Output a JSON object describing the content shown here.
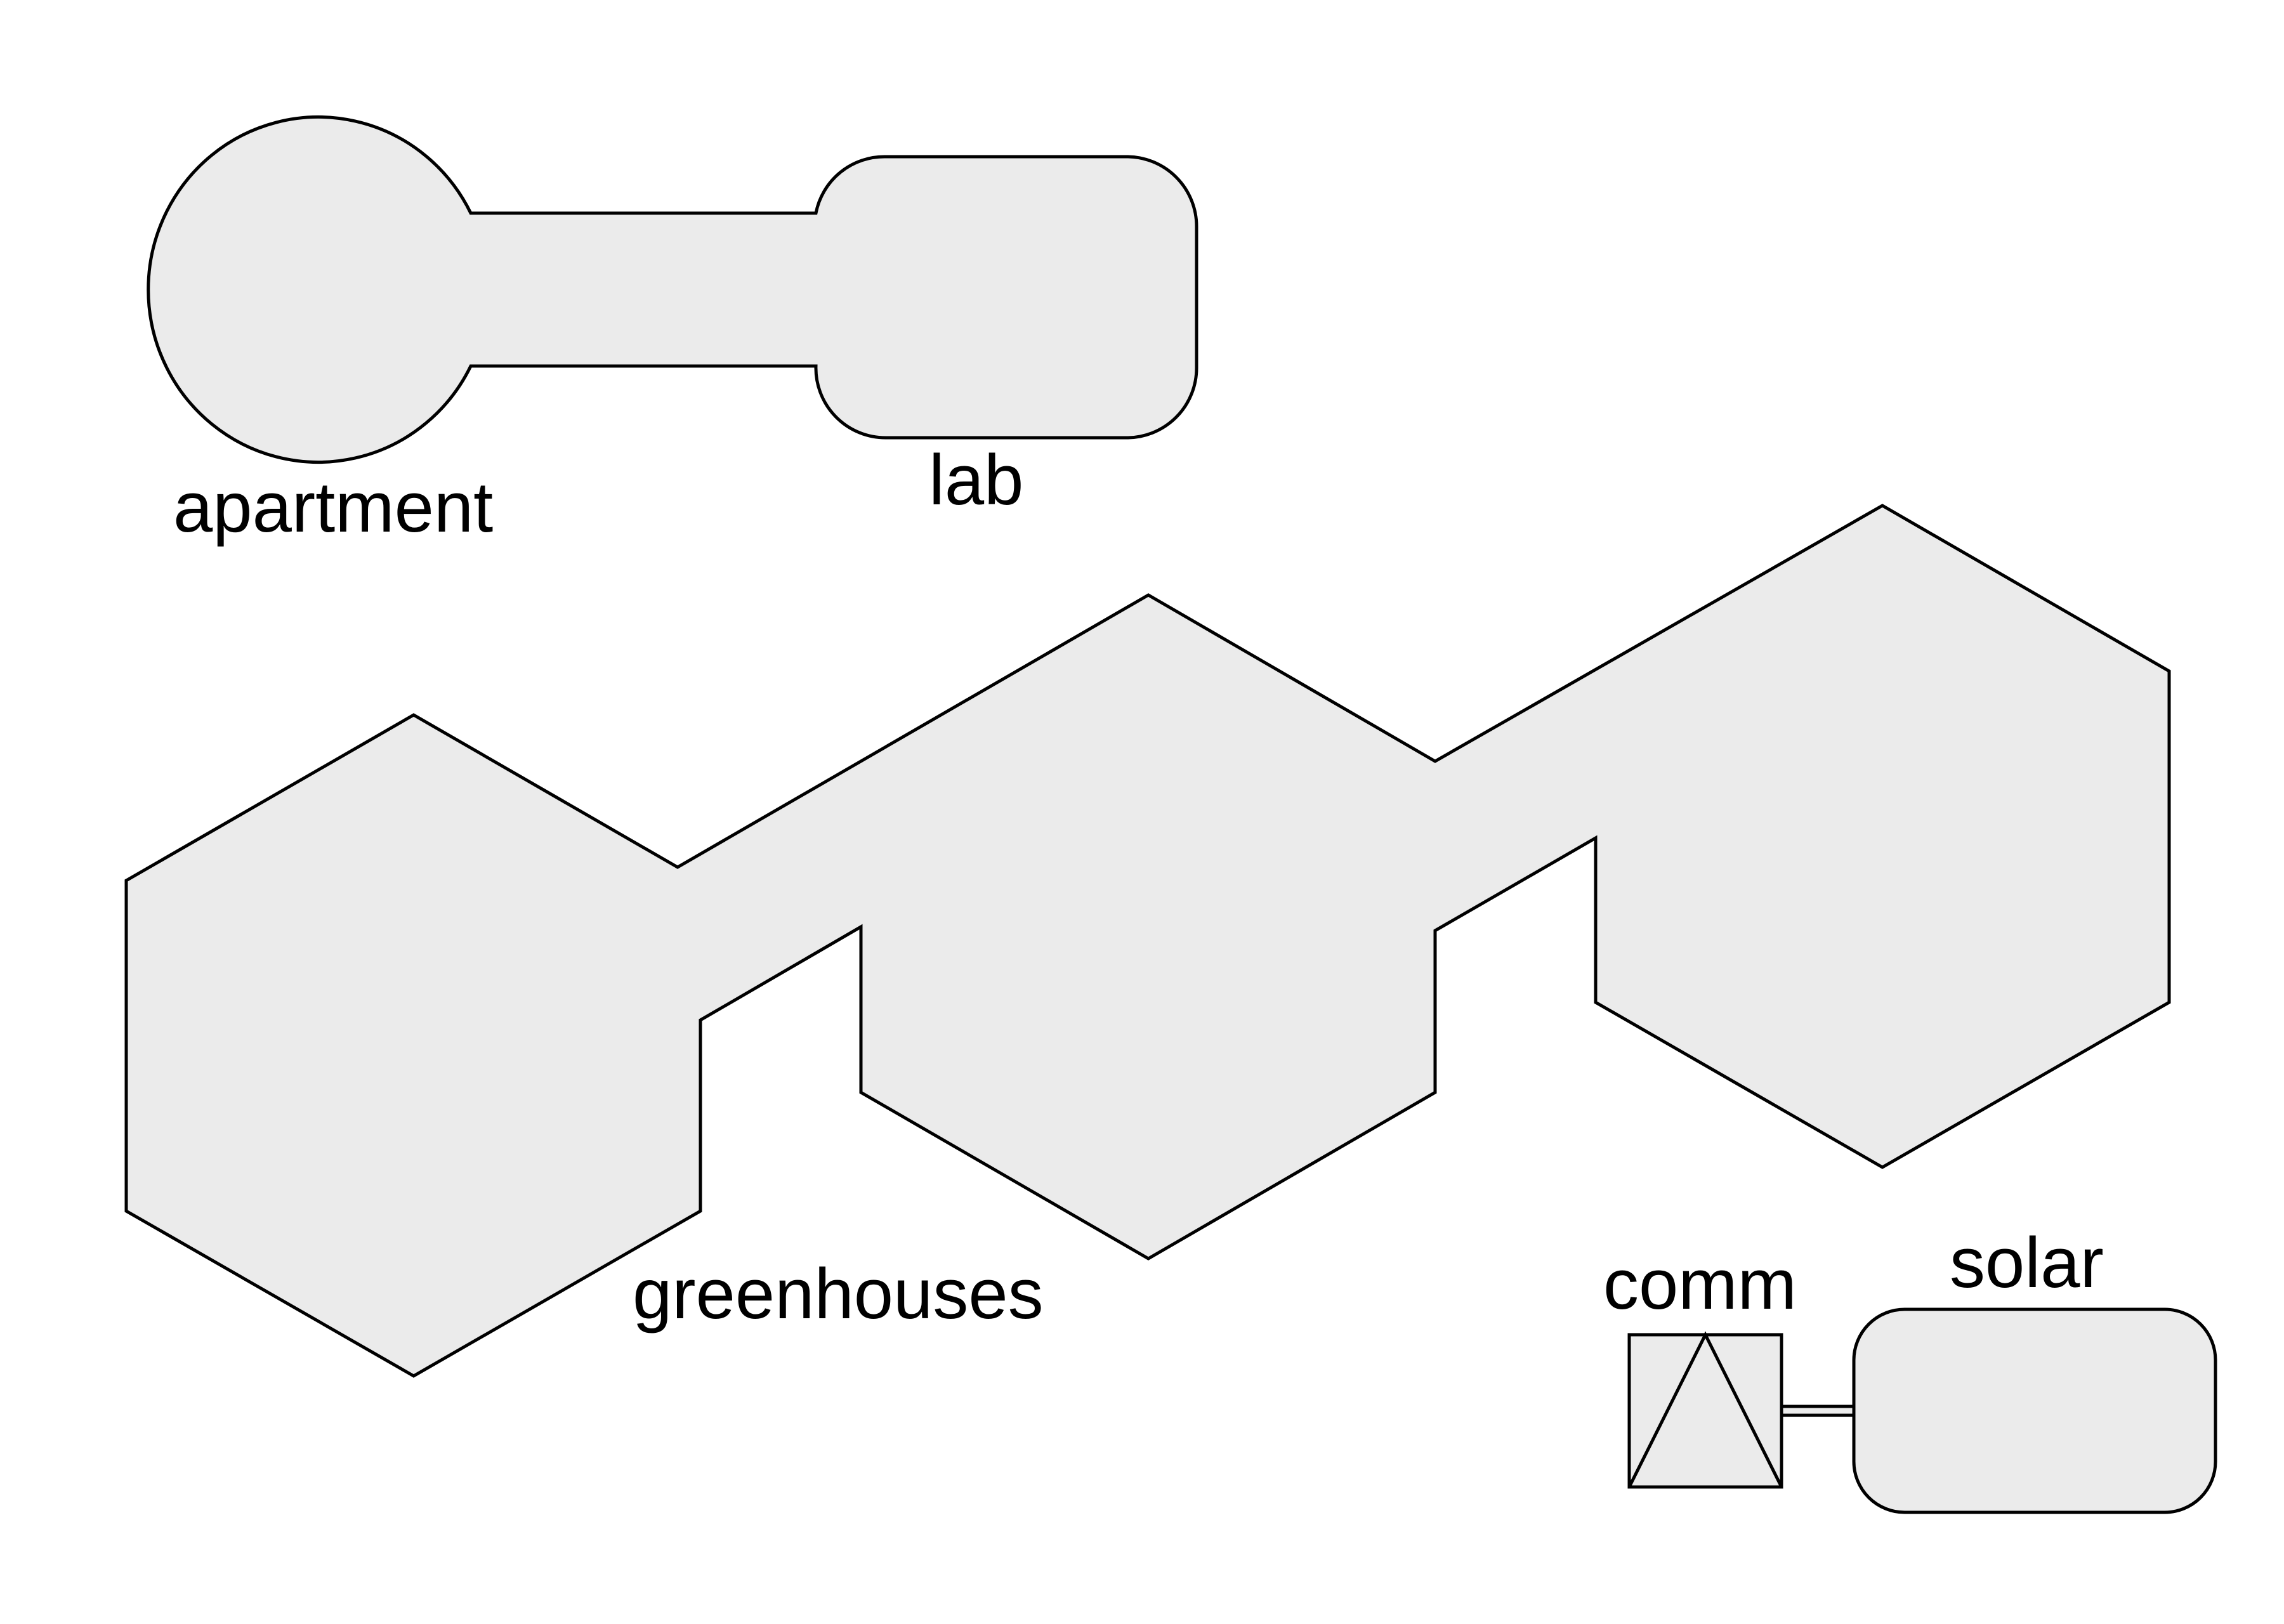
{
  "diagram": {
    "labels": {
      "apartment": "apartment",
      "lab": "lab",
      "greenhouses": "greenhouses",
      "comm": "comm",
      "solar": "solar"
    },
    "colors": {
      "module_fill": "#ebebeb",
      "outline": "#000000",
      "background": "#ffffff"
    }
  }
}
